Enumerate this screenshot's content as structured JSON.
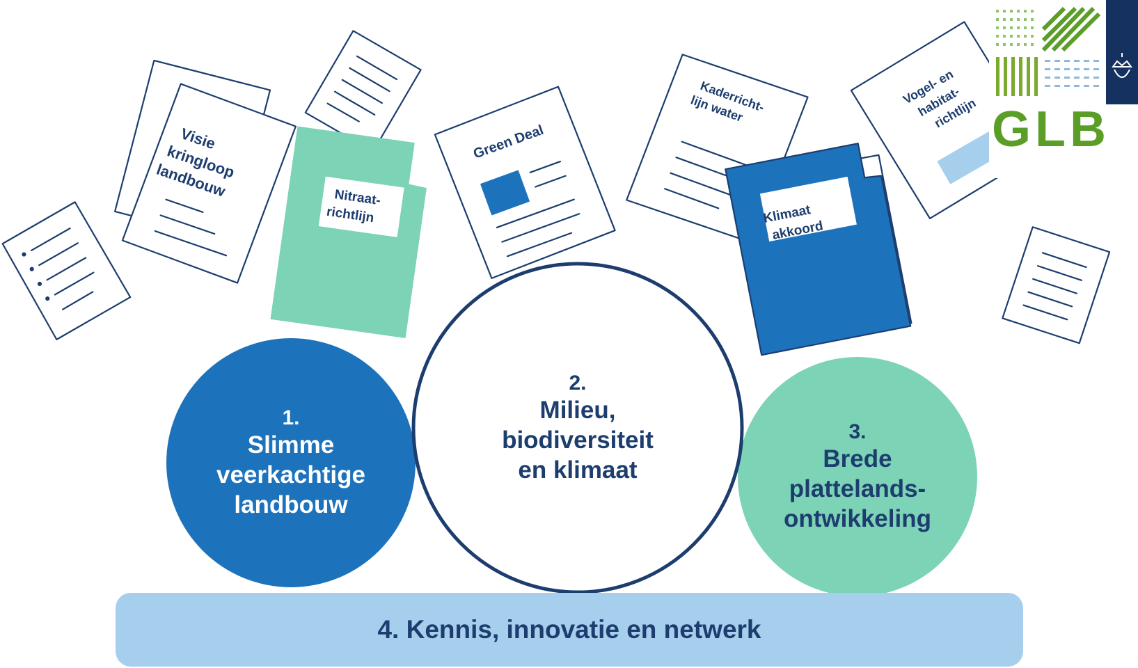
{
  "colors": {
    "navy": "#1c3d6e",
    "blue": "#1d72bc",
    "green": "#7dd3b6",
    "light_blue": "#a6cfee",
    "logo_green": "#5b9e27",
    "logo_navy": "#15315f"
  },
  "documents": {
    "visie": [
      "Visie",
      "kringloop",
      "landbouw"
    ],
    "nitraat": [
      "Nitraat-",
      "richtlijn"
    ],
    "green_deal": "Green Deal",
    "kaderrichtlijn": [
      "Kaderricht-",
      "lijn water"
    ],
    "klimaat": [
      "Klimaat",
      "akkoord"
    ],
    "vogel": [
      "Vogel- en",
      "habitat-",
      "richtlijn"
    ]
  },
  "pillars": [
    {
      "number": "1.",
      "lines": [
        "Slimme",
        "veerkachtige",
        "landbouw"
      ]
    },
    {
      "number": "2.",
      "lines": [
        "Milieu,",
        "biodiversiteit",
        "en klimaat"
      ]
    },
    {
      "number": "3.",
      "lines": [
        "Brede",
        "plattelands-",
        "ontwikkeling"
      ]
    }
  ],
  "foundation": "4. Kennis, innovatie en netwerk",
  "logo": {
    "text": "GLB",
    "emblem": "crown-emblem-icon"
  }
}
